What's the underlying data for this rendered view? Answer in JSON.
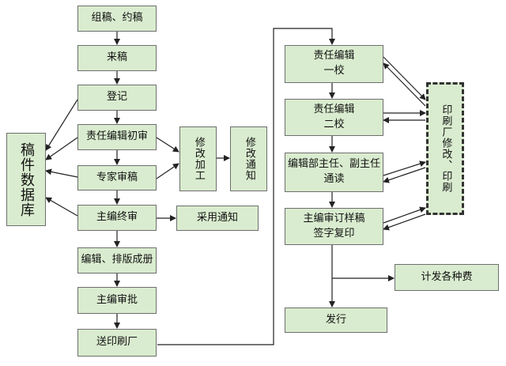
{
  "left": {
    "s1": "组稿、约稿",
    "s2": "来稿",
    "s3": "登记",
    "s4": "责任编辑初审",
    "s5": "专家审稿",
    "s6": "主编终审",
    "s7": "编辑、排版成册",
    "s8": "主编审批",
    "s9": "送印刷厂"
  },
  "database": "稿件数据库",
  "modify": "修改加工",
  "notice": "修改通知",
  "accept": "采用通知",
  "right": {
    "r1_line1": "责任编辑",
    "r1_line2": "一校",
    "r2_line1": "责任编辑",
    "r2_line2": "二校",
    "r3_line1": "编辑部主任、副主任",
    "r3_line2": "通读",
    "r4_line1": "主编审订样稿",
    "r4_line2": "签字复印",
    "r5": "发行"
  },
  "fees": "计发各种费",
  "print_modify": "印刷厂修改、印刷"
}
